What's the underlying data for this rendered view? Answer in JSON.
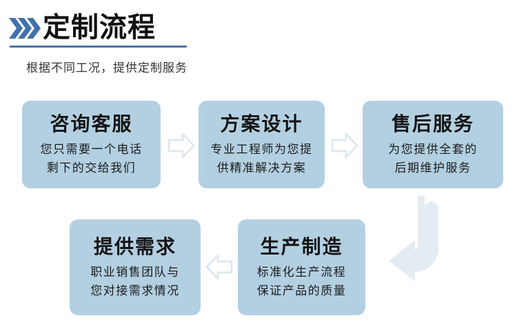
{
  "header": {
    "chevron_icon": "triple-chevron-right",
    "title": "定制流程",
    "subtitle": "根据不同工况，提供定制服务",
    "accent_color": "#4a74a8",
    "title_color": "#111111"
  },
  "theme": {
    "box_background": "#b3d0e2",
    "arrow_fill": "#e3ecf0",
    "page_background": "#ffffff",
    "body_text_color": "#1b1b1b"
  },
  "flow": {
    "row1": [
      {
        "id": "consult",
        "title": "咨询客服",
        "lines": [
          "您只需要一个电话",
          "剩下的交给我们"
        ]
      },
      {
        "id": "design",
        "title": "方案设计",
        "lines": [
          "专业工程师为您提",
          "供精准解决方案"
        ]
      },
      {
        "id": "aftersale",
        "title": "售后服务",
        "lines": [
          "为您提供全套的",
          "后期维护服务"
        ]
      }
    ],
    "row2": [
      {
        "id": "demand",
        "title": "提供需求",
        "lines": [
          "职业销售团队与",
          "您对接需求情况"
        ]
      },
      {
        "id": "produce",
        "title": "生产制造",
        "lines": [
          "标准化生产流程",
          "保证产品的质量"
        ]
      }
    ],
    "connectors": [
      {
        "id": "arrow-1",
        "icon": "arrow-right-icon",
        "from": "consult",
        "to": "design"
      },
      {
        "id": "arrow-2",
        "icon": "arrow-right-icon",
        "from": "design",
        "to": "aftersale"
      },
      {
        "id": "arrow-uturn",
        "icon": "arrow-uturn-down-left-icon",
        "from": "aftersale",
        "to": "produce"
      },
      {
        "id": "arrow-3",
        "icon": "arrow-left-icon",
        "from": "produce",
        "to": "demand"
      }
    ]
  }
}
